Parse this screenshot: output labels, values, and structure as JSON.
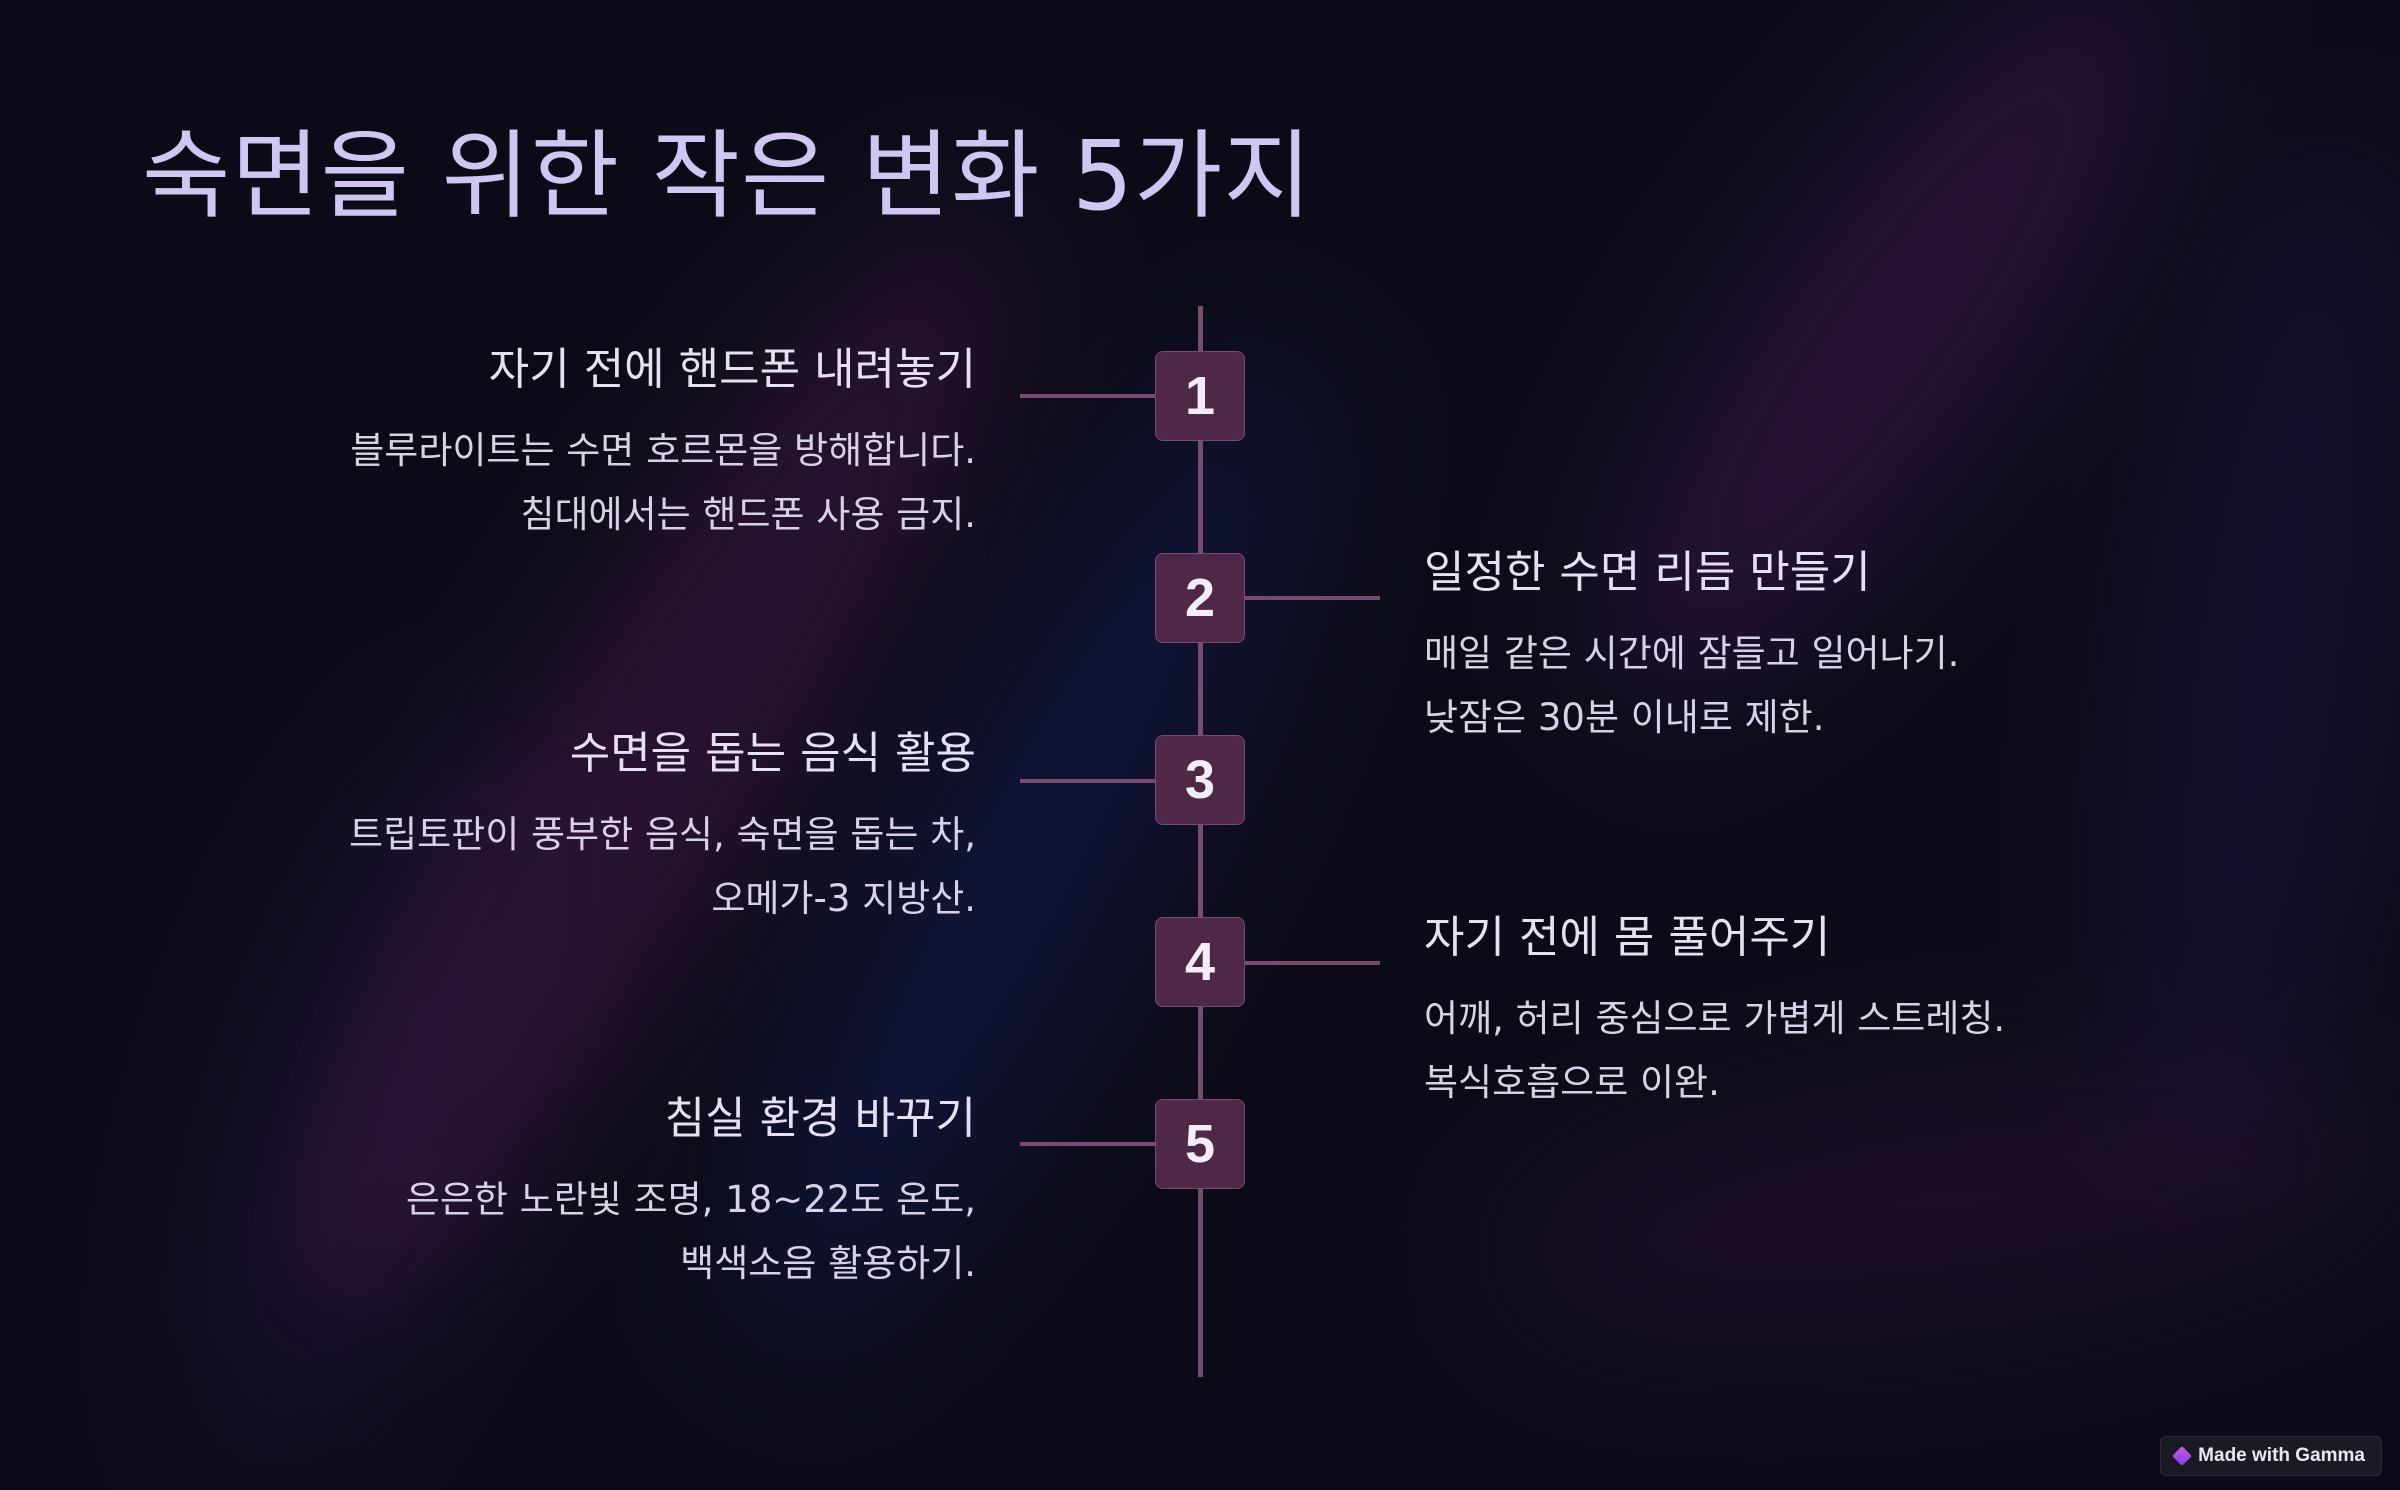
{
  "title": "숙면을 위한 작은 변화 5가지",
  "colors": {
    "background": "#0b0b18",
    "title": "#cfc6f2",
    "timeline": "#7a4a70",
    "badge": "#4e2846",
    "text": "#e6e0f4"
  },
  "steps": [
    {
      "number": "1",
      "side": "left",
      "heading": "자기 전에 핸드폰 내려놓기",
      "lines": [
        "블루라이트는 수면 호르몬을 방해합니다.",
        "침대에서는 핸드폰 사용 금지."
      ]
    },
    {
      "number": "2",
      "side": "right",
      "heading": "일정한 수면 리듬 만들기",
      "lines": [
        "매일 같은 시간에 잠들고 일어나기.",
        "낮잠은 30분 이내로 제한."
      ]
    },
    {
      "number": "3",
      "side": "left",
      "heading": "수면을 돕는 음식 활용",
      "lines": [
        "트립토판이 풍부한 음식, 숙면을 돕는 차,",
        "오메가-3 지방산."
      ]
    },
    {
      "number": "4",
      "side": "right",
      "heading": "자기 전에 몸 풀어주기",
      "lines": [
        "어깨, 허리 중심으로 가볍게 스트레칭.",
        "복식호흡으로 이완."
      ]
    },
    {
      "number": "5",
      "side": "left",
      "heading": "침실 환경 바꾸기",
      "lines": [
        "은은한 노란빛 조명, 18~22도 온도,",
        "백색소음 활용하기."
      ]
    }
  ],
  "badge": {
    "icon": "gamma-logo-icon",
    "label": "Made with Gamma"
  }
}
